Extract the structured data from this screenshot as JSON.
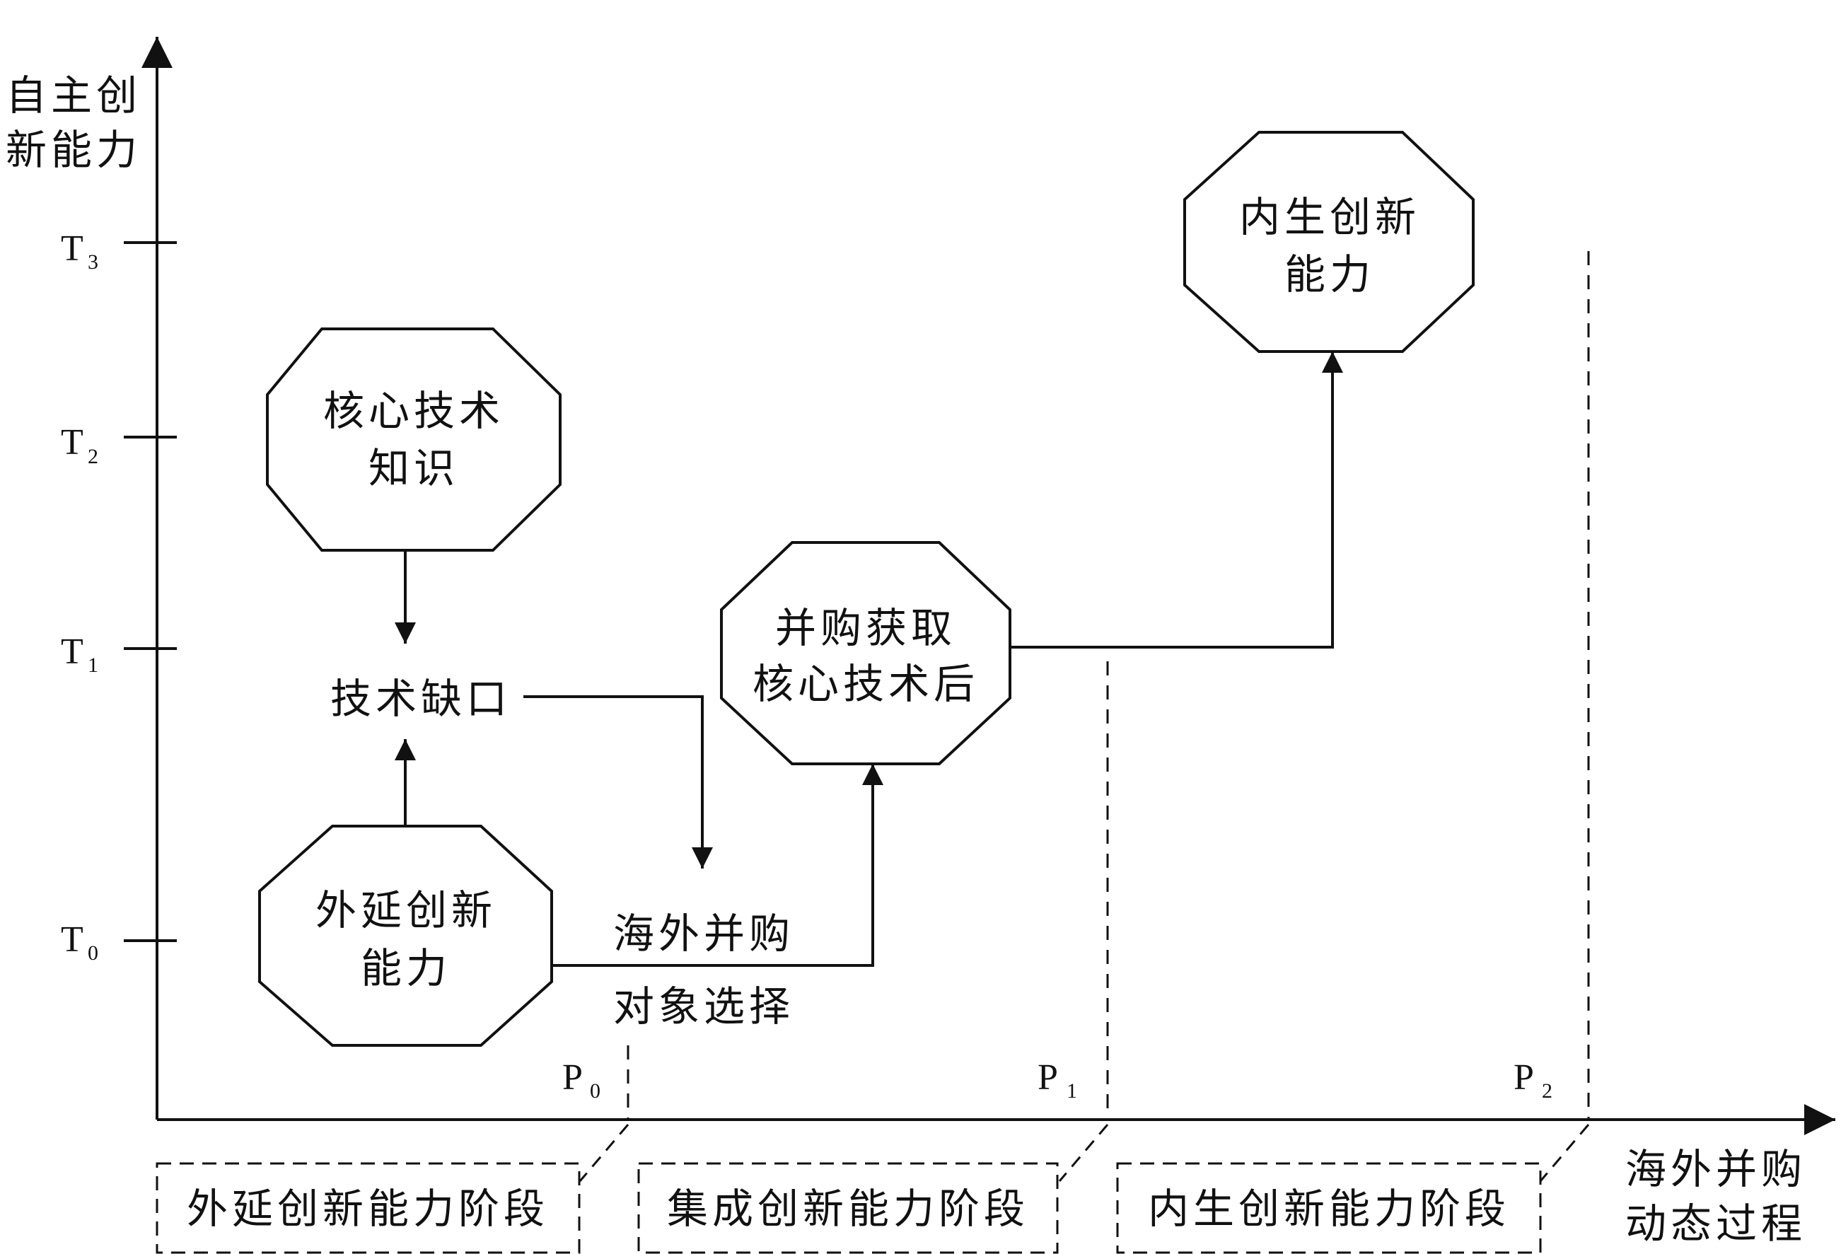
{
  "axes": {
    "y_label": [
      "自主创",
      "新能力"
    ],
    "x_label": [
      "海外并购",
      "动态过程"
    ],
    "y_ticks": [
      {
        "main": "T",
        "sub": "3"
      },
      {
        "main": "T",
        "sub": "2"
      },
      {
        "main": "T",
        "sub": "1"
      },
      {
        "main": "T",
        "sub": "0"
      }
    ],
    "x_ticks": [
      {
        "main": "P",
        "sub": "0"
      },
      {
        "main": "P",
        "sub": "1"
      },
      {
        "main": "P",
        "sub": "2"
      }
    ]
  },
  "nodes": {
    "core_knowledge": [
      "核心技术",
      "知识"
    ],
    "tech_gap": "技术缺口",
    "extensional": [
      "外延创新",
      "能力"
    ],
    "target_selection": [
      "海外并购",
      "对象选择"
    ],
    "after_acquisition": [
      "并购获取",
      "核心技术后"
    ],
    "endogenous": [
      "内生创新",
      "能力"
    ]
  },
  "stages": [
    "外延创新能力阶段",
    "集成创新能力阶段",
    "内生创新能力阶段"
  ],
  "colors": {
    "line": "#111111",
    "background": "#ffffff"
  }
}
